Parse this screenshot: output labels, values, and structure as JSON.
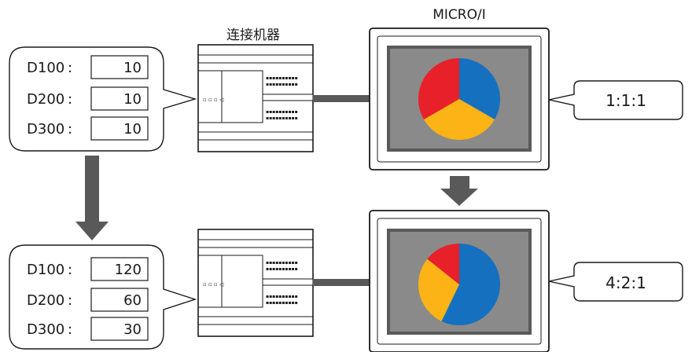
{
  "device_label": "连接机器",
  "display_label": "MICRO/I",
  "colors": {
    "red": "#E8202A",
    "blue": "#1570BF",
    "yellow": "#FBB315",
    "arrow": "#595959",
    "cable": "#595959",
    "screen": "#8A8A8A"
  },
  "scenarios": [
    {
      "registers": [
        {
          "label": "D100",
          "value": "10"
        },
        {
          "label": "D200",
          "value": "10"
        },
        {
          "label": "D300",
          "value": "10"
        }
      ],
      "ratio": "1:1:1",
      "pie": {
        "blue": 1,
        "yellow": 1,
        "red": 1
      }
    },
    {
      "registers": [
        {
          "label": "D100",
          "value": "120"
        },
        {
          "label": "D200",
          "value": "60"
        },
        {
          "label": "D300",
          "value": "30"
        }
      ],
      "ratio": "4:2:1",
      "pie": {
        "blue": 4,
        "yellow": 2,
        "red": 1
      }
    }
  ]
}
